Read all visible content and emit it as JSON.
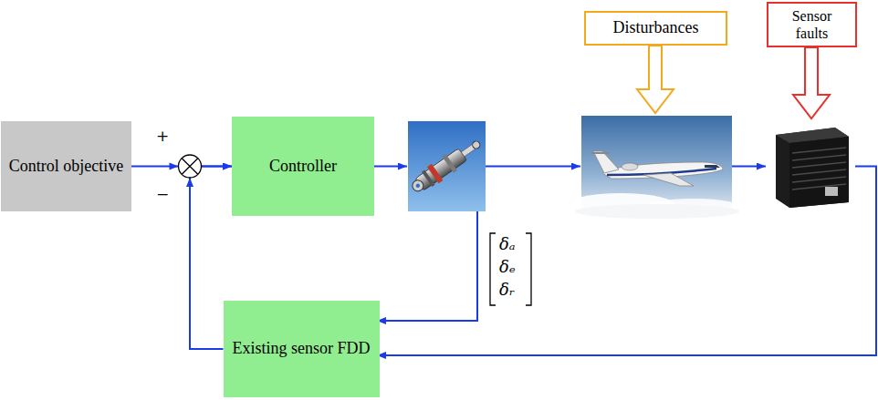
{
  "diagram": {
    "nodes": [
      {
        "text": [
          "Control objective"
        ]
      },
      {
        "text": [
          "Controller"
        ]
      },
      {
        "text": [
          "Disturbances"
        ]
      },
      {
        "text": [
          "Sensor faults"
        ]
      },
      {
        "text": [
          "Existing sensor FDD"
        ]
      }
    ],
    "edges": [
      {
        "from": 0,
        "to": 1,
        "arrow": "to"
      },
      {
        "from": 4,
        "to": 1,
        "arrow": "to"
      }
    ],
    "labels": [
      "+",
      "−",
      "δₐ",
      "δₑ",
      "δᵣ"
    ]
  }
}
